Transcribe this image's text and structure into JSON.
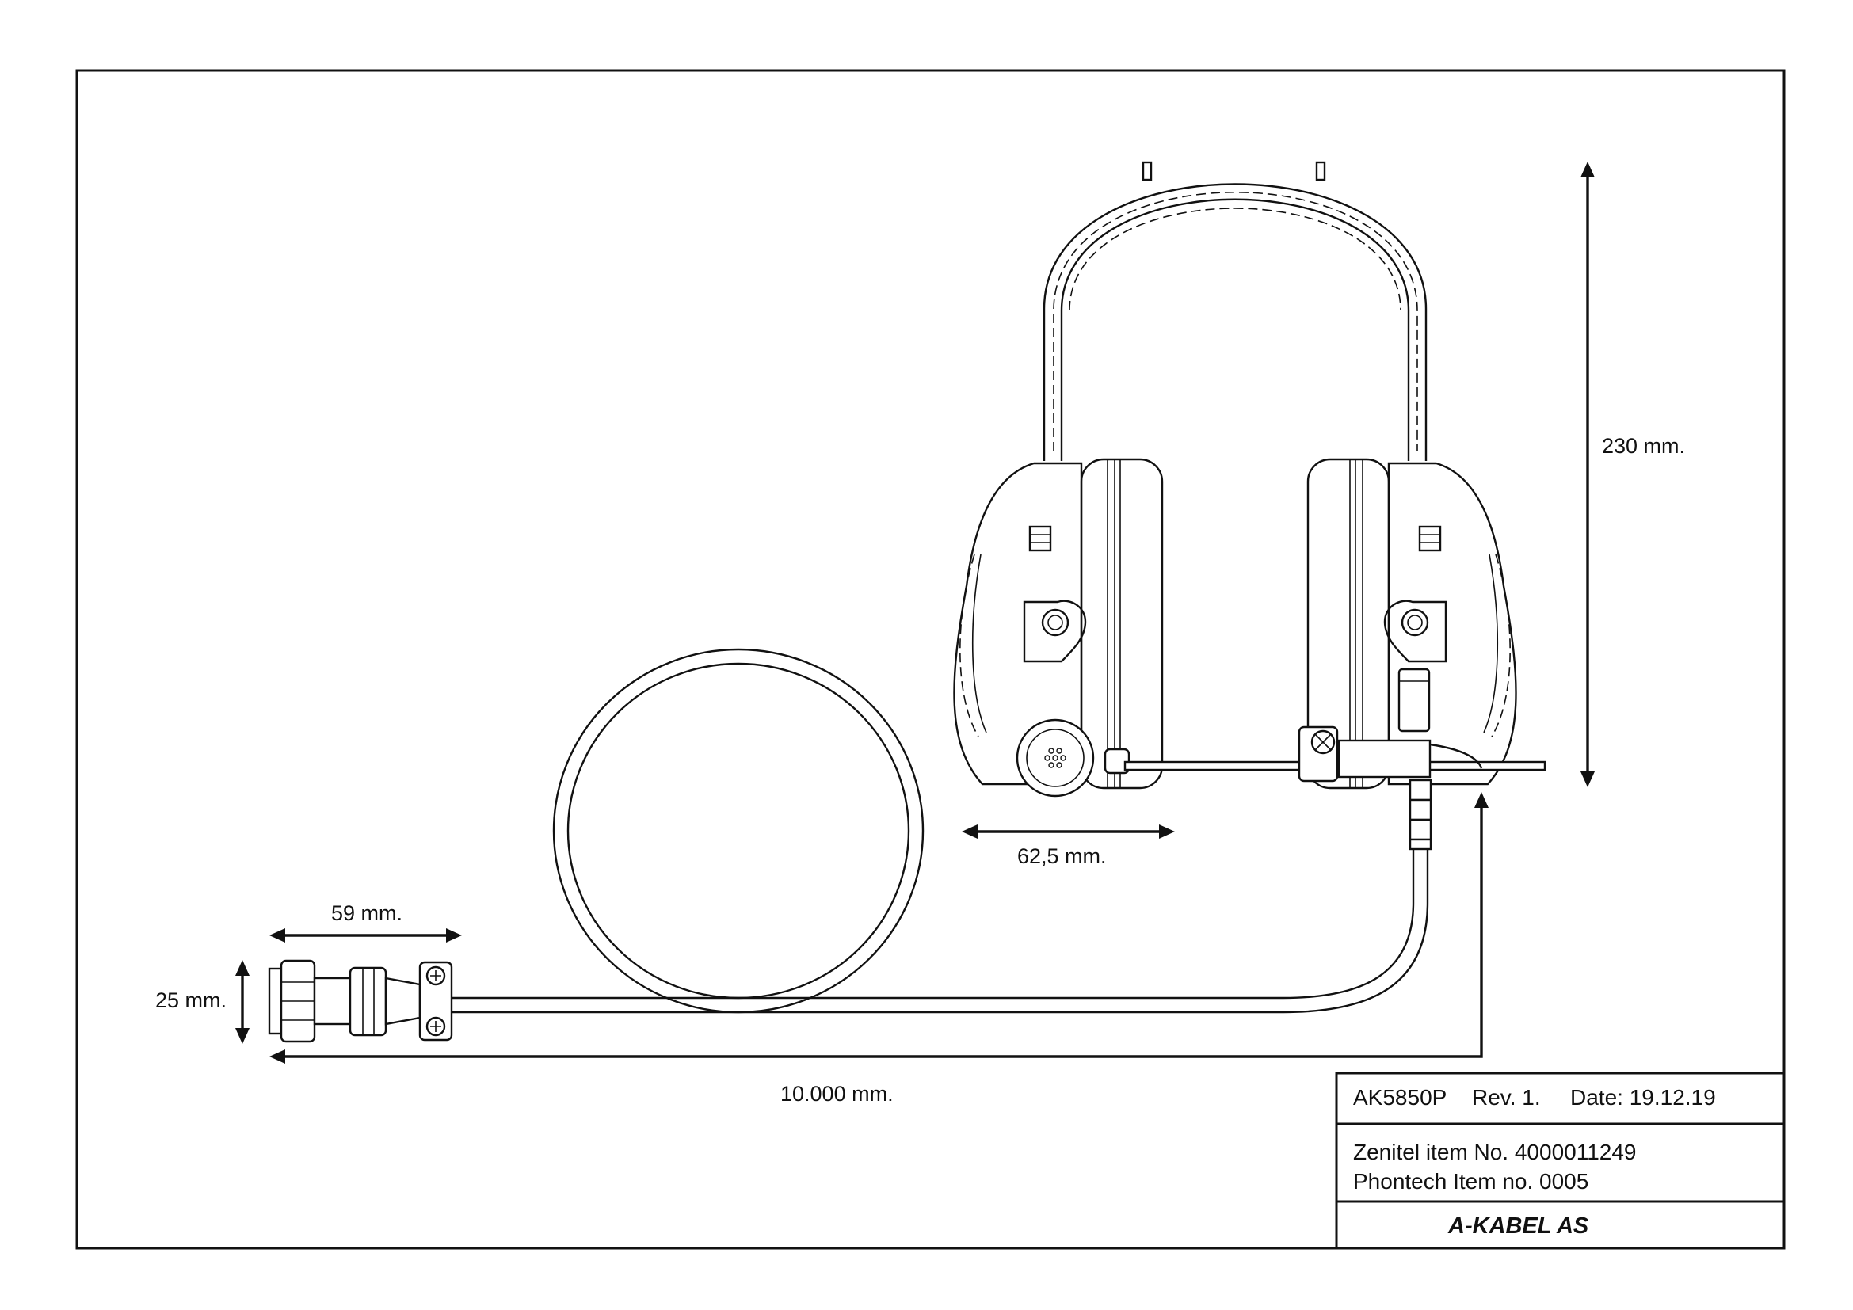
{
  "dimensions": {
    "headset_height": "230 mm.",
    "earcup_width": "62,5 mm.",
    "connector_length": "59 mm.",
    "connector_diameter": "25 mm.",
    "cable_length": "10.000 mm."
  },
  "title_block": {
    "part_number": "AK5850P",
    "revision": "Rev. 1.",
    "date": "Date: 19.12.19",
    "customer_item": "Zenitel item No. 4000011249",
    "phontech_item": "Phontech Item no. 0005",
    "company": "A-KABEL AS"
  }
}
